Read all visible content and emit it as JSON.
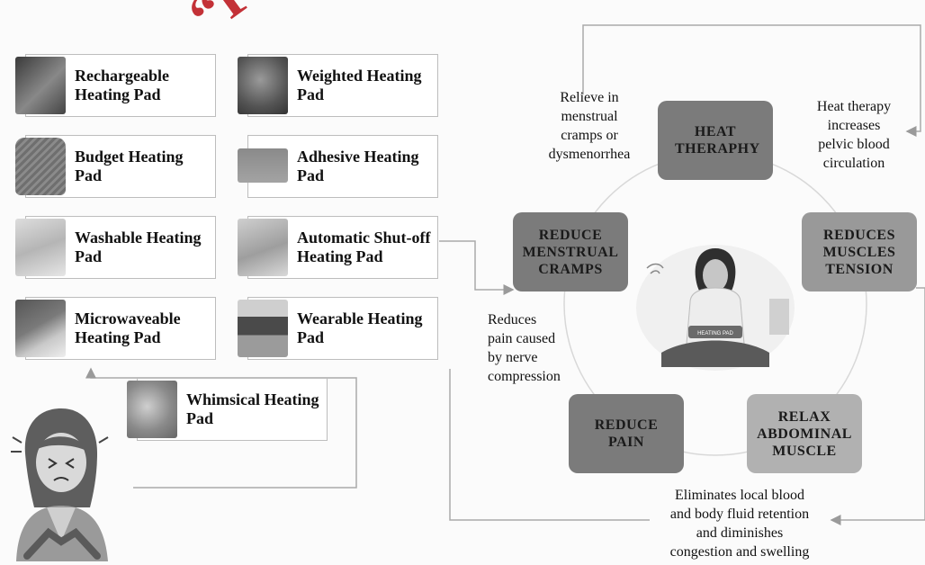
{
  "watermark": "“For",
  "pads": [
    {
      "label": "Rechargeable Heating Pad",
      "thumb": "rechargeable-pad-icon"
    },
    {
      "label": "Weighted Heating Pad",
      "thumb": "weighted-pad-icon"
    },
    {
      "label": "Budget Heating Pad",
      "thumb": "hot-water-bottle-icon"
    },
    {
      "label": "Adhesive Heating Pad",
      "thumb": "adhesive-patch-icon"
    },
    {
      "label": "Washable Heating Pad",
      "thumb": "washable-pad-icon"
    },
    {
      "label": "Automatic Shut-off Heating Pad",
      "thumb": "auto-shutoff-pad-icon"
    },
    {
      "label": "Microwaveable Heating Pad",
      "thumb": "microwave-pad-icon"
    },
    {
      "label": "Wearable Heating Pad",
      "thumb": "wearable-belt-icon"
    },
    {
      "label": "Whimsical Heating Pad",
      "thumb": "whimsical-pad-icon"
    }
  ],
  "cycle": {
    "heat_therapy": "HEAT THERAPHY",
    "reduces_muscles_tension": "REDUCES MUSCLES TENSION",
    "relax_abdominal_muscle": "RELAX ABDOMINAL MUSCLE",
    "reduce_pain": "REDUCE PAIN",
    "reduce_menstrual_cramps": "REDUCE MENSTRUAL CRAMPS",
    "center_label": "HEATING PAD"
  },
  "notes": {
    "relieve": "Relieve in\nmenstrual\ncramps or\ndysmenorrhea",
    "heat_therapy": "Heat therapy\nincreases\npelvic blood\ncirculation",
    "nerve": "Reduces\npain caused\nby nerve\ncompression",
    "eliminates": "Eliminates local blood\nand body fluid retention\nand diminishes\ncongestion and swelling"
  },
  "colors": {
    "node_dark": "#7b7b7b",
    "node_mid": "#999999",
    "node_light": "#b1b1b1",
    "line": "#aaaaaa",
    "watermark": "#c1272d"
  }
}
